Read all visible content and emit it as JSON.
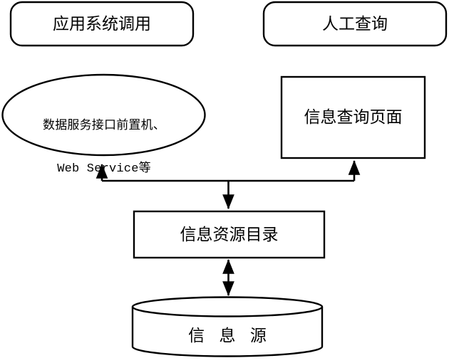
{
  "diagram": {
    "type": "flowchart",
    "title": "",
    "background_color": "#ffffff",
    "line_color": "#000000",
    "nodes": [
      {
        "id": "app-call",
        "shape": "rounded-rectangle",
        "label": "应用系统调用"
      },
      {
        "id": "manual-query",
        "shape": "rounded-rectangle",
        "label": "人工查询"
      },
      {
        "id": "data-service",
        "shape": "ellipse",
        "label_line1": "数据服务接口前置机、",
        "label_line2": "Web Service等"
      },
      {
        "id": "info-query-page",
        "shape": "rectangle",
        "label": "信息查询页面"
      },
      {
        "id": "info-resource-catalog",
        "shape": "rectangle",
        "label": "信息资源目录"
      },
      {
        "id": "info-source",
        "shape": "cylinder",
        "label": "信 息 源"
      }
    ],
    "edges": [
      {
        "id": "catalog-to-data-service",
        "from": "info-resource-catalog",
        "to": "data-service",
        "arrow": "single"
      },
      {
        "id": "catalog-to-query-page",
        "from": "info-resource-catalog",
        "to": "info-query-page",
        "arrow": "single"
      },
      {
        "id": "branch-to-catalog",
        "from": "branch-point",
        "to": "info-resource-catalog",
        "arrow": "single"
      },
      {
        "id": "catalog-to-source",
        "from": "info-resource-catalog",
        "to": "info-source",
        "arrow": "double"
      }
    ]
  }
}
